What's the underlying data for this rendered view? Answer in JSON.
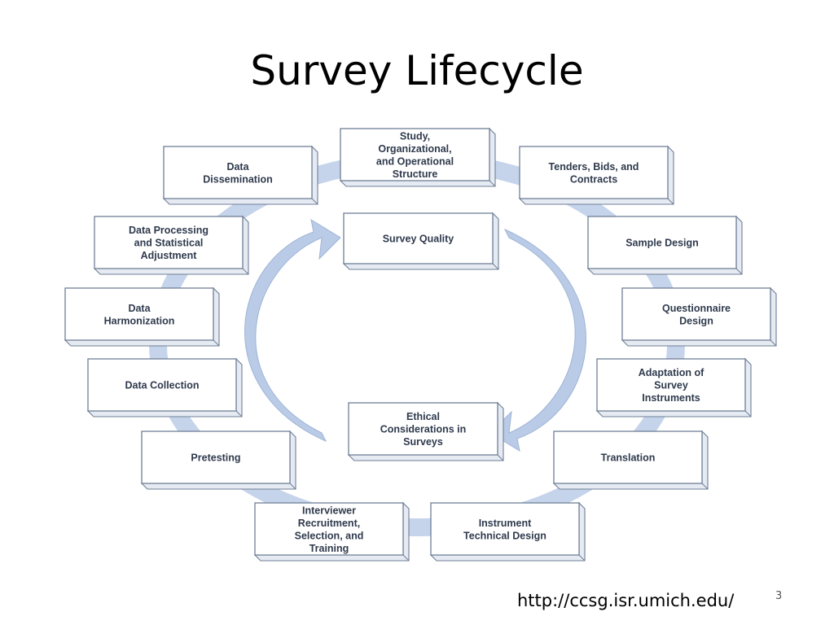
{
  "slide": {
    "title": "Survey Lifecycle",
    "url": "http://ccsg.isr.umich.edu/",
    "page_number": "3"
  },
  "colors": {
    "ring": "#c5d4ea",
    "inner_arrow": "#b9cbe6",
    "box_border": "#6f7f96",
    "box_side": "#e6ebf3",
    "label": "#2f3a4d"
  },
  "diagram": {
    "stages": [
      {
        "id": "study-structure",
        "lines": [
          "Study,",
          "Organizational,",
          "and Operational",
          "Structure"
        ]
      },
      {
        "id": "tenders-bids",
        "lines": [
          "Tenders, Bids, and",
          "Contracts"
        ]
      },
      {
        "id": "sample-design",
        "lines": [
          "Sample Design"
        ]
      },
      {
        "id": "questionnaire-design",
        "lines": [
          "Questionnaire",
          "Design"
        ]
      },
      {
        "id": "adaptation",
        "lines": [
          "Adaptation of",
          "Survey",
          "Instruments"
        ]
      },
      {
        "id": "translation",
        "lines": [
          "Translation"
        ]
      },
      {
        "id": "instrument-technical-design",
        "lines": [
          "Instrument",
          "Technical Design"
        ]
      },
      {
        "id": "interviewer-recruitment",
        "lines": [
          "Interviewer",
          "Recruitment,",
          "Selection, and",
          "Training"
        ]
      },
      {
        "id": "pretesting",
        "lines": [
          "Pretesting"
        ]
      },
      {
        "id": "data-collection",
        "lines": [
          "Data Collection"
        ]
      },
      {
        "id": "data-harmonization",
        "lines": [
          "Data",
          "Harmonization"
        ]
      },
      {
        "id": "data-processing",
        "lines": [
          "Data Processing",
          "and Statistical",
          "Adjustment"
        ]
      },
      {
        "id": "data-dissemination",
        "lines": [
          "Data",
          "Dissemination"
        ]
      }
    ],
    "center": [
      {
        "id": "survey-quality",
        "lines": [
          "Survey Quality"
        ]
      },
      {
        "id": "ethical-considerations",
        "lines": [
          "Ethical",
          "Considerations in",
          "Surveys"
        ]
      }
    ]
  }
}
